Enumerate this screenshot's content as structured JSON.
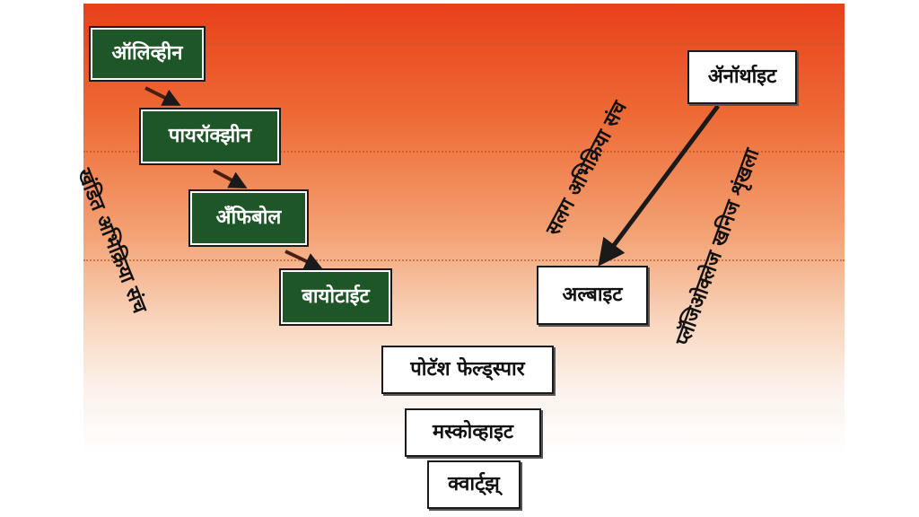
{
  "discontinuous": {
    "label": "खंडित अभिक्रिया संच",
    "minerals": [
      "ऑलिव्हीन",
      "पायरॉक्झीन",
      "ॲंफिबोल",
      "बायोटाईट"
    ]
  },
  "continuous": {
    "label": "सलग अभिक्रिया संच",
    "series_label": "प्लॅजिओक्लेज खनिज शृंखला",
    "minerals": [
      "ॲनॉर्थाइट",
      "अल्बाइट"
    ]
  },
  "common": [
    "पोटॅश फेल्ड्स्पार",
    "मस्कोव्हाइट",
    "क्वार्ट्झ्"
  ],
  "colors": {
    "accent_dark_green": "#1e5628",
    "gradient_top": "#e8401a",
    "gradient_bottom": "#ffffff"
  }
}
